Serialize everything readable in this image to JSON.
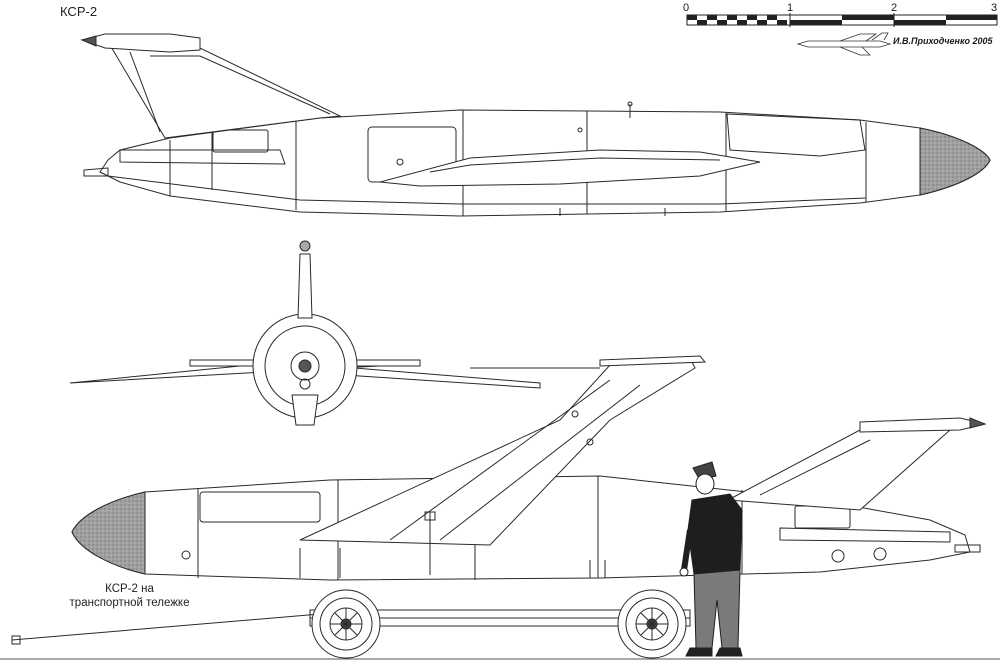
{
  "drawing": {
    "title": "КСР-2",
    "caption_line1": "КСР-2 на",
    "caption_line2": "транспортной тележке",
    "credit": "И.В.Приходченко 2005",
    "scale_labels": [
      "0",
      "1",
      "2",
      "3"
    ]
  },
  "colors": {
    "line": "#2a2a2a",
    "nose_fill": "#9a9a9a",
    "paper": "#ffffff"
  }
}
